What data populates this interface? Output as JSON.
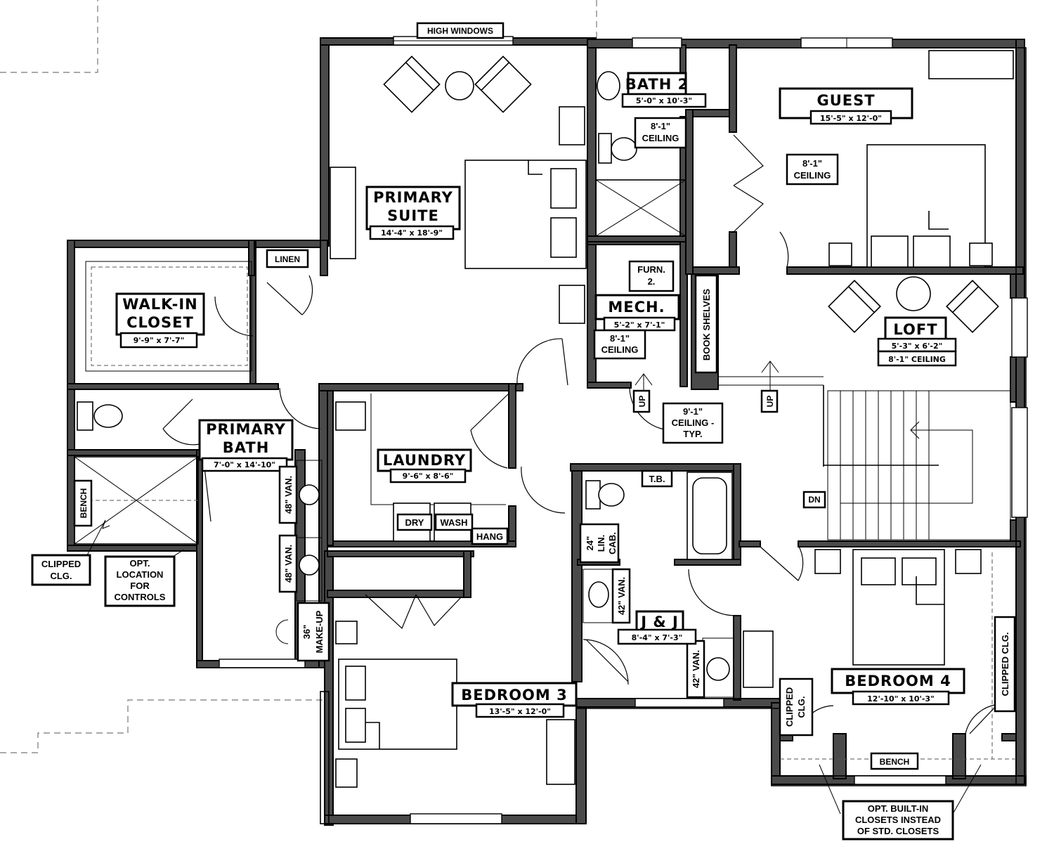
{
  "rooms": {
    "primary_suite": {
      "name_l1": "PRIMARY",
      "name_l2": "SUITE",
      "dim": "14'-4\" x 18'-9\""
    },
    "walk_in": {
      "name_l1": "WALK-IN",
      "name_l2": "CLOSET",
      "dim": "9'-9\" x 7'-7\""
    },
    "primary_bath": {
      "name_l1": "PRIMARY",
      "name_l2": "BATH",
      "dim": "7'-0\" x 14'-10\""
    },
    "laundry": {
      "name": "LAUNDRY",
      "dim": "9'-6\" x 8'-6\""
    },
    "bath2": {
      "name": "BATH 2",
      "dim": "5'-0\" x 10'-3\""
    },
    "guest": {
      "name": "GUEST",
      "dim": "15'-5\" x 12'-0\""
    },
    "mech": {
      "name": "MECH.",
      "dim": "5'-2\" x 7'-1\""
    },
    "loft": {
      "name": "LOFT",
      "dim": "5'-3\" x 6'-2\"",
      "ceiling": "8'-1\" CEILING"
    },
    "jj": {
      "name": "J & J",
      "dim": "8'-4\" x 7'-3\""
    },
    "bedroom3": {
      "name": "BEDROOM 3",
      "dim": "13'-5\" x 12'-0\""
    },
    "bedroom4": {
      "name": "BEDROOM 4",
      "dim": "12'-10\" x 10'-3\""
    }
  },
  "labels": {
    "high_windows": "HIGH WINDOWS",
    "linen": "LINEN",
    "ceiling_l1": "8'-1\"",
    "ceiling_l2": "CEILING",
    "furn_l1": "FURN.",
    "furn_l2": "2.",
    "book_shelves": "BOOK SHELVES",
    "up": "UP",
    "dn": "DN",
    "typ_l1": "9'-1\"",
    "typ_l2": "CEILING -",
    "typ_l3": "TYP.",
    "tb": "T.B.",
    "lin_cab_l1": "24\"",
    "lin_cab_l2": "LIN.",
    "lin_cab_l3": "CAB.",
    "van48": "48\" VAN.",
    "van42": "42\" VAN.",
    "makeup_l1": "36\"",
    "makeup_l2": "MAKE-UP",
    "dry": "DRY",
    "wash": "WASH",
    "hang": "HANG",
    "bench": "BENCH",
    "clipped_l1": "CLIPPED",
    "clipped_l2": "CLG.",
    "clipped_clg": "CLIPPED CLG.",
    "opt_loc_l1": "OPT.",
    "opt_loc_l2": "LOCATION",
    "opt_loc_l3": "FOR",
    "opt_loc_l4": "CONTROLS",
    "opt_closet_l1": "OPT. BUILT-IN",
    "opt_closet_l2": "CLOSETS INSTEAD",
    "opt_closet_l3": "OF STD. CLOSETS"
  }
}
